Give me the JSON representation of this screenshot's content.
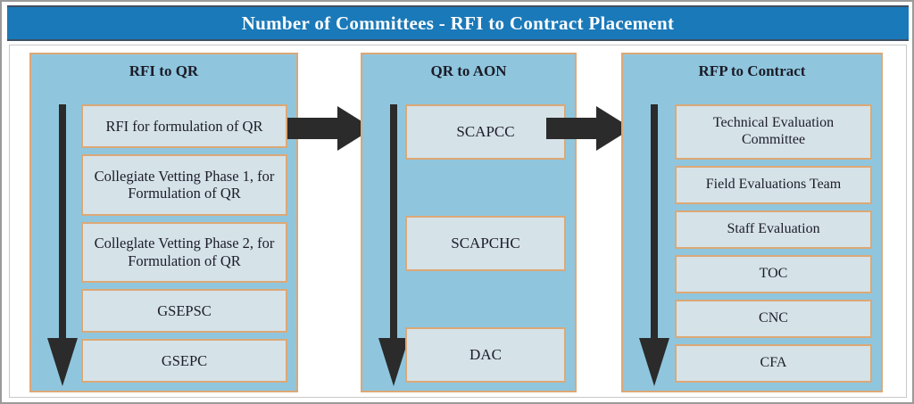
{
  "title": "Number of Committees - RFI to Contract Placement",
  "colors": {
    "title_bar": "#1a79b8",
    "title_text": "#ffffff",
    "column_fill": "#8fc6de",
    "box_fill": "#d5e2e8",
    "box_border": "#dca876",
    "arrow": "#2b2b2b",
    "page_border": "#9a9a9a"
  },
  "columns": [
    {
      "header": "RFI to QR",
      "items": [
        "RFI for formulation of QR",
        "Collegiate Vetting Phase 1, for Formulation of QR",
        "Colleglate Vetting Phase 2, for Formulation of QR",
        "GSEPSC",
        "GSEPC"
      ]
    },
    {
      "header": "QR to AON",
      "items": [
        "SCAPCC",
        "SCAPCHC",
        "DAC"
      ]
    },
    {
      "header": "RFP to Contract",
      "items": [
        "Technical Evaluation Committee",
        "Field Evaluations Team",
        "Staff Evaluation",
        "TOC",
        "CNC",
        "CFA"
      ]
    }
  ],
  "connectors": [
    {
      "name": "arrow-rfi-to-qr-to-aon",
      "direction": "right"
    },
    {
      "name": "arrow-qr-to-aon-to-rfp",
      "direction": "right"
    }
  ],
  "flow_arrows": [
    {
      "name": "down-arrow-column-1",
      "direction": "down"
    },
    {
      "name": "down-arrow-column-2",
      "direction": "down"
    },
    {
      "name": "down-arrow-column-3",
      "direction": "down"
    }
  ]
}
